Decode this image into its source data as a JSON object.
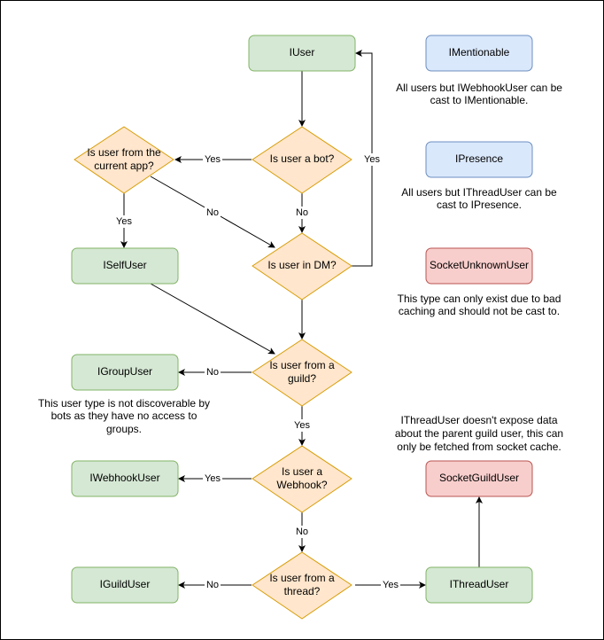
{
  "colors": {
    "type_fill": "#d5e8d4",
    "type_stroke": "#82b366",
    "cast_fill": "#dae8fc",
    "cast_stroke": "#6c8ebf",
    "socket_fill": "#f8cecc",
    "socket_stroke": "#b85450",
    "decision_fill": "#ffe6cc",
    "decision_stroke": "#d79b00"
  },
  "nodes": {
    "iuser": "IUser",
    "iselfuser": "ISelfUser",
    "igroupuser": "IGroupUser",
    "iwebhookuser": "IWebhookUser",
    "iguilduser": "IGuildUser",
    "ithreaduser": "IThreadUser",
    "socketguilduser": "SocketGuildUser",
    "imentionable": "IMentionable",
    "ipresence": "IPresence",
    "socketunknownuser": "SocketUnknownUser"
  },
  "decisions": {
    "bot": [
      "Is user a bot?"
    ],
    "current_app": [
      "Is user from the",
      "current app?"
    ],
    "dm": [
      "Is user in DM?"
    ],
    "guild": [
      "Is user from a",
      "guild?"
    ],
    "webhook": [
      "Is user a",
      "Webhook?"
    ],
    "thread": [
      "Is user from a",
      "thread?"
    ]
  },
  "notes": {
    "imentionable": [
      "All users but IWebhookUser can be",
      "cast to IMentionable."
    ],
    "ipresence": [
      "All users but IThreadUser can be",
      "cast to IPresence."
    ],
    "socketunknown": [
      "This type can only exist due to bad",
      "caching and should not be cast to."
    ],
    "igroupuser": [
      "This user type is not discoverable by",
      "bots as they have no access to",
      "groups."
    ],
    "ithreaduser": [
      "IThreadUser doesn't expose data",
      "about the parent guild user, this can",
      "only be fetched from socket cache."
    ]
  },
  "edge_labels": {
    "bot_yes": "Yes",
    "bot_no": "No",
    "dm_yes": "Yes",
    "app_yes": "Yes",
    "app_no": "No",
    "guild_no": "No",
    "guild_yes": "Yes",
    "webhook_yes": "Yes",
    "webhook_no": "No",
    "thread_no": "No",
    "thread_yes": "Yes"
  }
}
